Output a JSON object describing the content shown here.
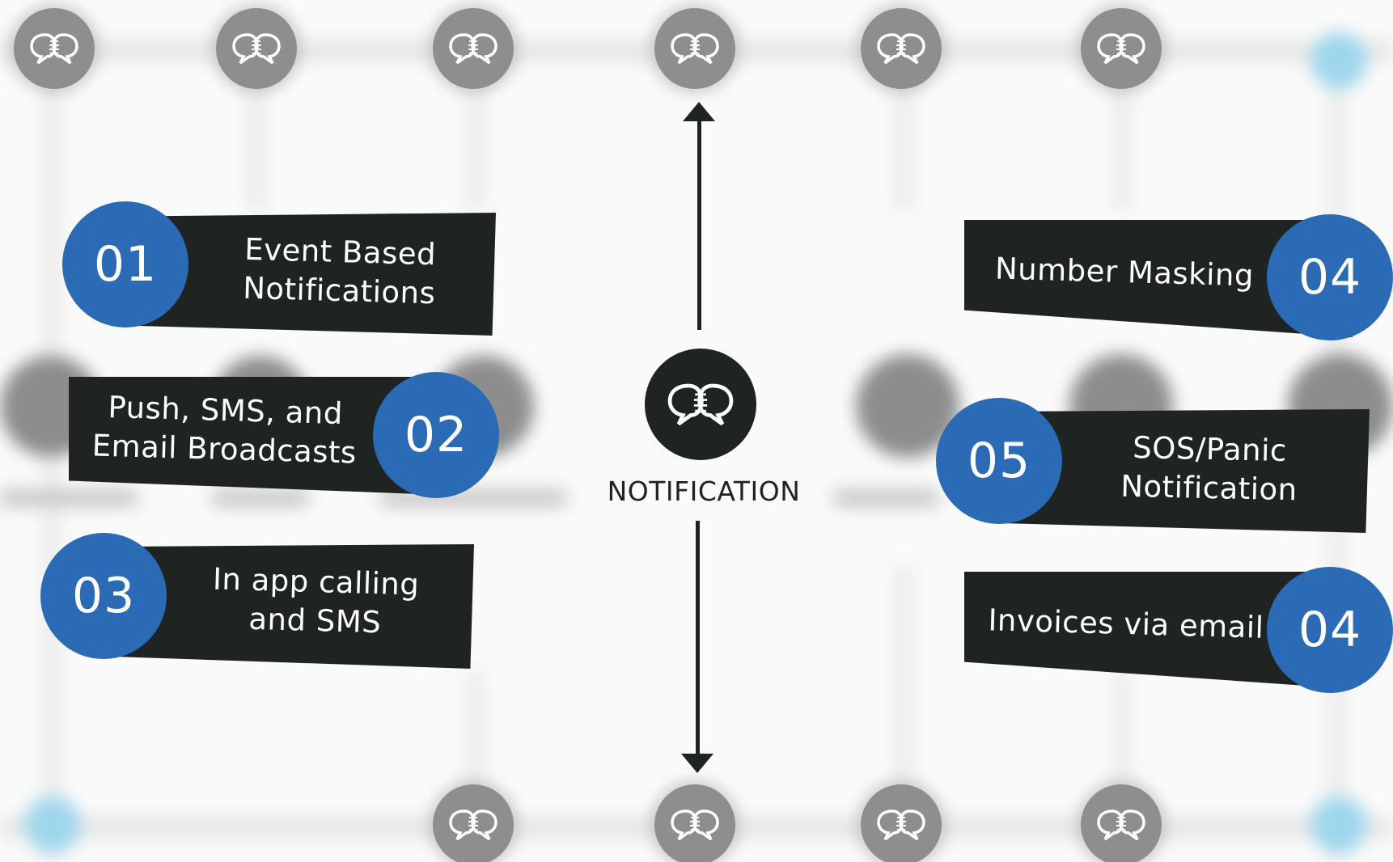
{
  "hub": {
    "label": "NOTIFICATION",
    "icon": "speech-bubbles-icon"
  },
  "features": [
    {
      "number": "01",
      "lines": [
        "Event Based",
        "Notifications"
      ]
    },
    {
      "number": "02",
      "lines": [
        "Push, SMS, and",
        "Email Broadcasts"
      ]
    },
    {
      "number": "03",
      "lines": [
        "In app calling",
        "and SMS"
      ]
    },
    {
      "number": "04",
      "lines": [
        "Number Masking"
      ]
    },
    {
      "number": "05",
      "lines": [
        "SOS/Panic",
        "Notification"
      ]
    },
    {
      "number": "04",
      "lines": [
        "Invoices via email"
      ]
    }
  ],
  "colors": {
    "badge_blue": "#2b6ab5",
    "tag_dark": "#1f2423",
    "node_grey": "#8e8e8e",
    "background": "#fafafa"
  }
}
